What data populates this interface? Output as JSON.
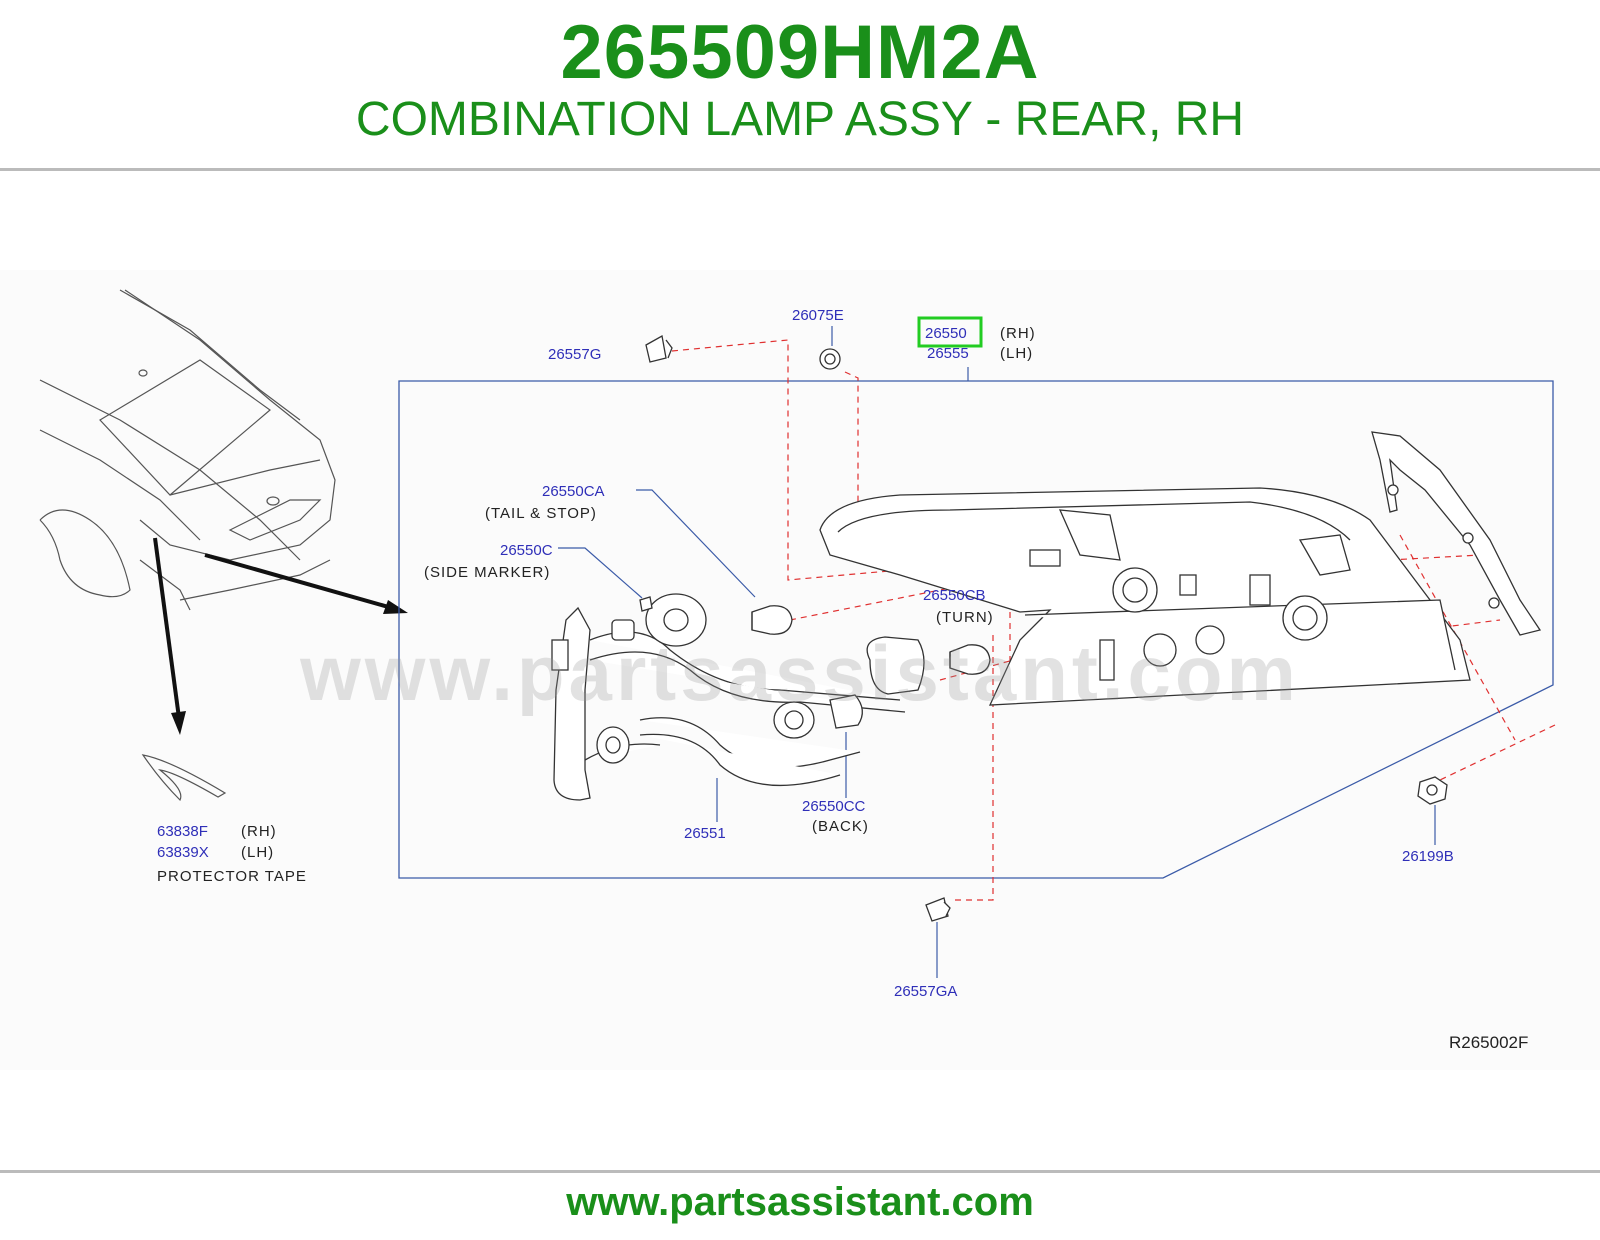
{
  "header": {
    "part_number": "265509HM2A",
    "description": "COMBINATION LAMP ASSY - REAR, RH"
  },
  "diagram": {
    "figure_code": "R265002F",
    "watermark": "www.partsassistant.com",
    "highlight_color": "#22cc22",
    "labels": {
      "p26075E": "26075E",
      "p26550": "26550",
      "p26550_side": "(RH)",
      "p26555": "26555",
      "p26555_side": "(LH)",
      "p26557G": "26557G",
      "p26550CA": "26550CA",
      "p26550CA_note": "(TAIL  &  STOP)",
      "p26550C": "26550C",
      "p26550C_note": "(SIDE  MARKER)",
      "p26550CB": "26550CB",
      "p26550CB_note": "(TURN)",
      "p26551": "26551",
      "p26550CC": "26550CC",
      "p26550CC_note": "(BACK)",
      "p26199B": "26199B",
      "p26557GA": "26557GA",
      "p63838F": "63838F",
      "p63838F_side": "(RH)",
      "p63839X": "63839X",
      "p63839X_side": "(LH)",
      "protector_note": "PROTECTOR  TAPE"
    }
  },
  "footer": {
    "url": "www.partsassistant.com"
  }
}
